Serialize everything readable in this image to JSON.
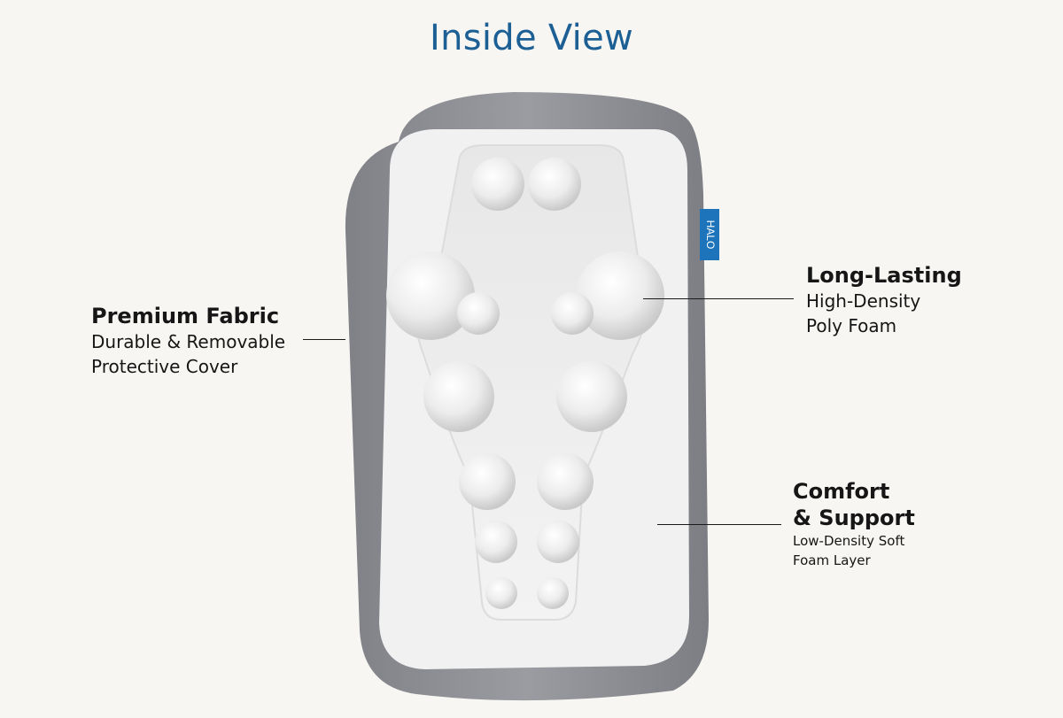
{
  "title": "Inside View",
  "brand_tag": "HALO",
  "callouts": {
    "fabric": {
      "head": "Premium Fabric",
      "lines": [
        "Durable & Removable",
        "Protective Cover"
      ]
    },
    "foam": {
      "head": "Long-Lasting",
      "lines": [
        "High-Density",
        "Poly Foam"
      ]
    },
    "comfort": {
      "head_lines": [
        "Comfort",
        "& Support"
      ],
      "lines": [
        "Low-Density Soft",
        "Foam Layer"
      ]
    }
  },
  "colors": {
    "title": "#1c5f95",
    "cover": "#8d8f95",
    "foam": "#f1f1f1",
    "tag": "#1e74bb",
    "background": "#f8f6f2"
  }
}
